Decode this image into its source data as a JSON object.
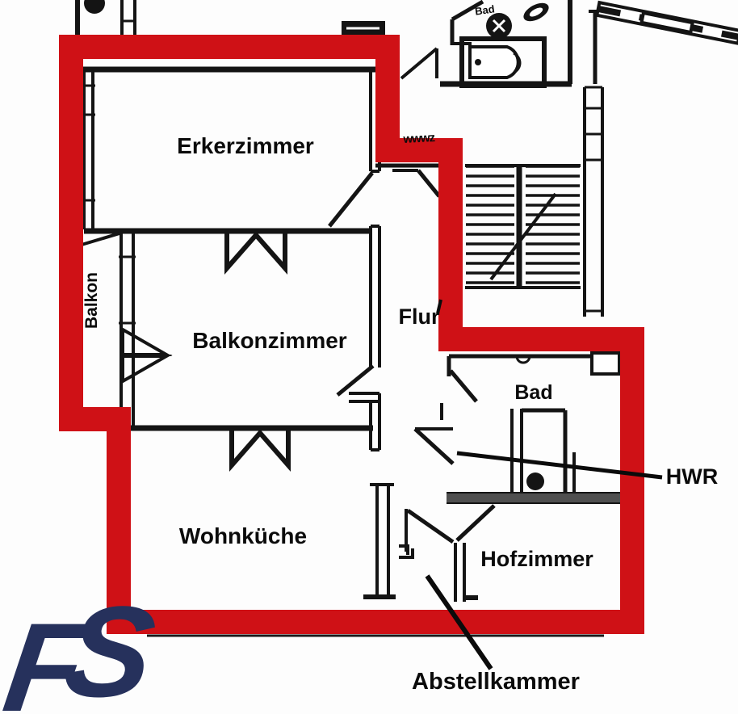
{
  "floorplan": {
    "rooms": {
      "erkerzimmer": "Erkerzimmer",
      "balkonzimmer": "Balkonzimmer",
      "wohnkueche": "Wohnküche",
      "flur": "Flur",
      "bad": "Bad",
      "hofzimmer": "Hofzimmer",
      "balkon": "Balkon"
    },
    "callouts": {
      "hwr": "HWR",
      "abstellkammer": "Abstellkammer"
    },
    "annotations": {
      "bad_top": "Bad",
      "scribble": "wwwz"
    },
    "logo_text": "FS",
    "colors": {
      "boundary_red": "#cf1116",
      "logo_navy": "#26315c",
      "wall_black": "#141414",
      "hatch_gray": "#4f4f4f",
      "background": "#fdfdfd"
    }
  }
}
